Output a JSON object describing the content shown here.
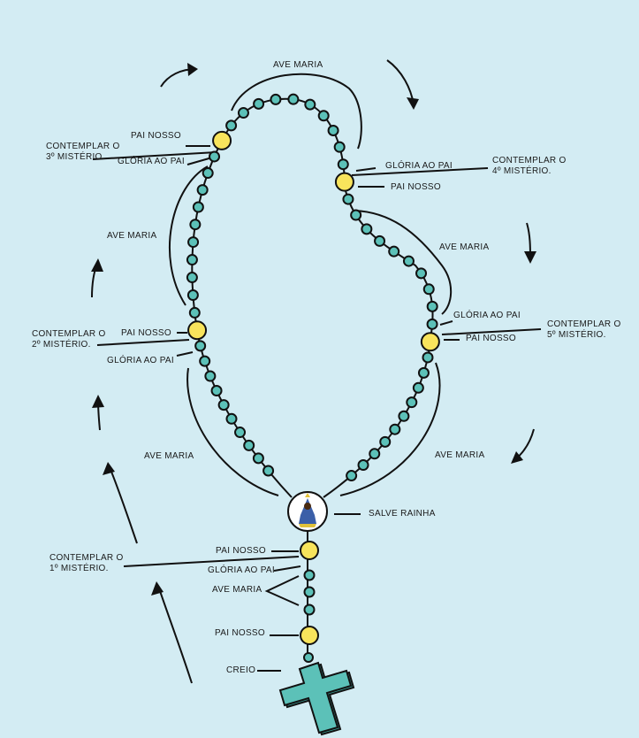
{
  "colors": {
    "background": "#d3ecf3",
    "bead": "#5cc1b8",
    "our_father_bead": "#f8e45c",
    "line": "#111111",
    "cross": "#5cc1b8"
  },
  "labels": {
    "top_ave": "AVE MARIA",
    "m3_pai": "PAI NOSSO",
    "m3_contemplar": "CONTEMPLAR O",
    "m3_misterio": "3º MISTÉRIO.",
    "m3_gloria": "GLÓRIA AO PAI",
    "m4_gloria": "GLÓRIA AO PAI",
    "m4_contemplar": "CONTEMPLAR O",
    "m4_misterio": "4º MISTÉRIO.",
    "m4_pai": "PAI NOSSO",
    "left_ave": "AVE MARIA",
    "right_ave": "AVE MARIA",
    "m2_contemplar": "CONTEMPLAR O",
    "m2_misterio": "2º MISTÉRIO.",
    "m2_pai": "PAI NOSSO",
    "m2_gloria": "GLÓRIA AO PAI",
    "m5_gloria": "GLÓRIA AO PAI",
    "m5_pai": "PAI NOSSO",
    "m5_contemplar": "CONTEMPLAR O",
    "m5_misterio": "5º MISTÉRIO.",
    "low_left_ave": "AVE MARIA",
    "low_right_ave": "AVE MARIA",
    "salve": "SALVE RAINHA",
    "m1_contemplar": "CONTEMPLAR O",
    "m1_misterio": "1º MISTÉRIO.",
    "m1_pai": "PAI NOSSO",
    "m1_gloria": "GLÓRIA AO PAI",
    "stem_ave": "AVE MARIA",
    "stem_pai": "PAI NOSSO",
    "creio": "CREIO"
  }
}
